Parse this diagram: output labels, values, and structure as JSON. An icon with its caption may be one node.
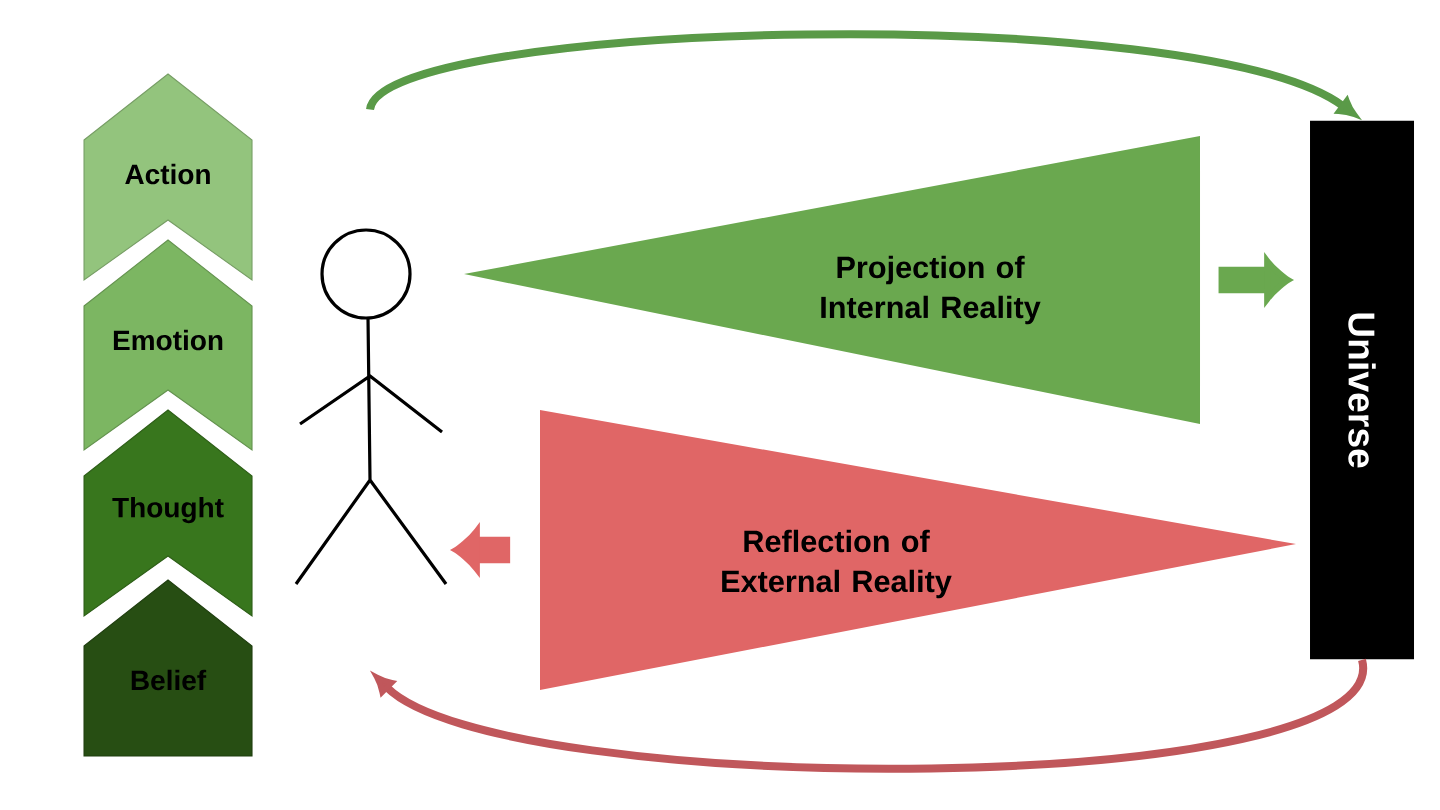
{
  "diagram": {
    "nodes": [
      {
        "text": [
          "Action"
        ]
      },
      {
        "text": [
          "Emotion"
        ]
      },
      {
        "text": [
          "Thought"
        ]
      },
      {
        "text": [
          "Belief"
        ]
      },
      {
        "text": [],
        "shape": "person"
      },
      {
        "text": [
          "Projection of Internal Reality"
        ]
      },
      {
        "text": [
          "Reflection of External Reality"
        ]
      },
      {
        "text": [
          "Universe"
        ]
      }
    ],
    "edges": [
      {
        "from": 4,
        "to": 7,
        "arrow": "to",
        "color": "#5a9a48"
      },
      {
        "from": 5,
        "to": 7,
        "arrow": "to",
        "style": "thick",
        "color": "#6aa84f"
      },
      {
        "from": 6,
        "to": 4,
        "arrow": "to",
        "style": "thick",
        "color": "#e06666"
      },
      {
        "from": 7,
        "to": 4,
        "arrow": "to",
        "color": "#c0575b"
      }
    ]
  }
}
